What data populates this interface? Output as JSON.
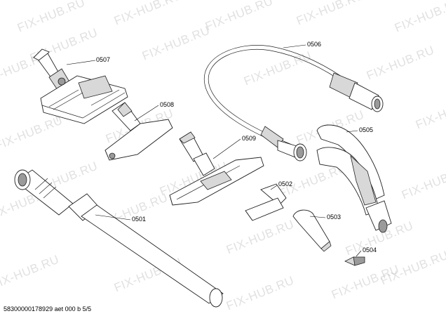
{
  "watermark_text": "FIX-HUB.RU",
  "parts": {
    "p0501": "0501",
    "p0502": "0502",
    "p0503": "0503",
    "p0504": "0504",
    "p0505": "0505",
    "p0506": "0506",
    "p0507": "0507",
    "p0508": "0508",
    "p0509": "0509"
  },
  "footer_text": "58300000178929 aet 000 b 5/5"
}
